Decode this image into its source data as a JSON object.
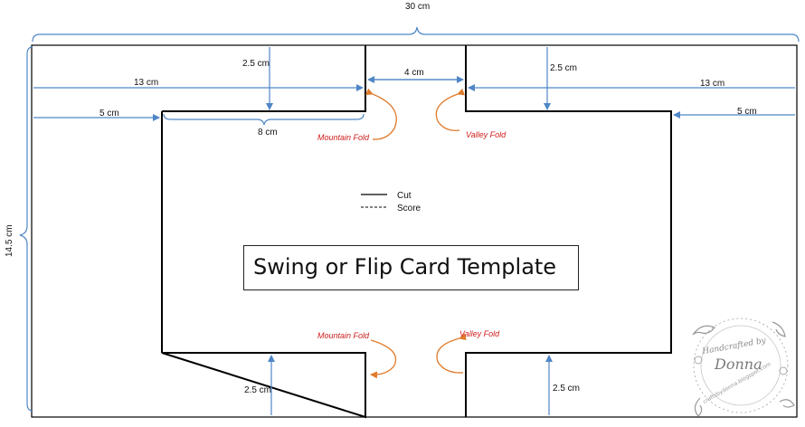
{
  "diagram": {
    "dimensions": {
      "total_width": "30 cm",
      "total_height": "14.5 cm",
      "top_inset_left": "2.5 cm",
      "top_inset_right": "2.5 cm",
      "tab_width": "4 cm",
      "left_to_tab": "13 cm",
      "right_to_tab": "13 cm",
      "left_margin": "5 cm",
      "right_margin": "5 cm",
      "top_panel": "8 cm",
      "bottom_inset_left": "2.5 cm",
      "bottom_inset_right": "2.5 cm"
    },
    "folds": {
      "mountain_top": "Mountain Fold",
      "valley_top": "Valley Fold",
      "mountain_bottom": "Mountain Fold",
      "valley_bottom": "Valley Fold"
    },
    "legend": {
      "cut": "Cut",
      "score": "Score"
    },
    "title": "Swing or Flip Card Template",
    "watermark": {
      "line1": "Handcrafted by",
      "line2": "Donna",
      "line3": "craftsbydonna.blogspot.com"
    },
    "colors": {
      "outline": "#000000",
      "dimension_arrow": "#4f86c6",
      "fold_arrow": "#e07a2a",
      "fold_label": "#d01c1c"
    }
  }
}
